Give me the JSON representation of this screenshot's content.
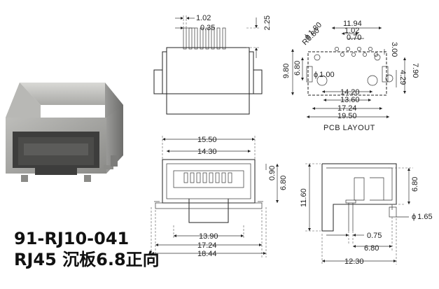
{
  "title": {
    "part_number": "91-RJ10-041",
    "description": "RJ45 沉板6.8正向"
  },
  "top_view": {
    "dims": [
      "1.02",
      "0.35",
      "2.25"
    ]
  },
  "pcb_layout": {
    "label": "PCB LAYOUT",
    "dims": [
      "11.94",
      "1.02",
      "0.70",
      "3.00",
      "9.80",
      "6.80",
      "4.29",
      "7.90",
      "14.20",
      "13.60",
      "17.24",
      "19.50"
    ],
    "hole_dims": [
      "1.80",
      "R0.80",
      "1.00"
    ],
    "diameter_symbol": "ϕ"
  },
  "front_view": {
    "dims": [
      "15.50",
      "14.30",
      "0.90",
      "6.80",
      "13.90",
      "17.24",
      "18.44"
    ]
  },
  "side_view": {
    "dims": [
      "11.60",
      "6.80",
      "1.65",
      "0.75",
      "6.80",
      "12.30"
    ],
    "diameter_symbol": "ϕ"
  }
}
